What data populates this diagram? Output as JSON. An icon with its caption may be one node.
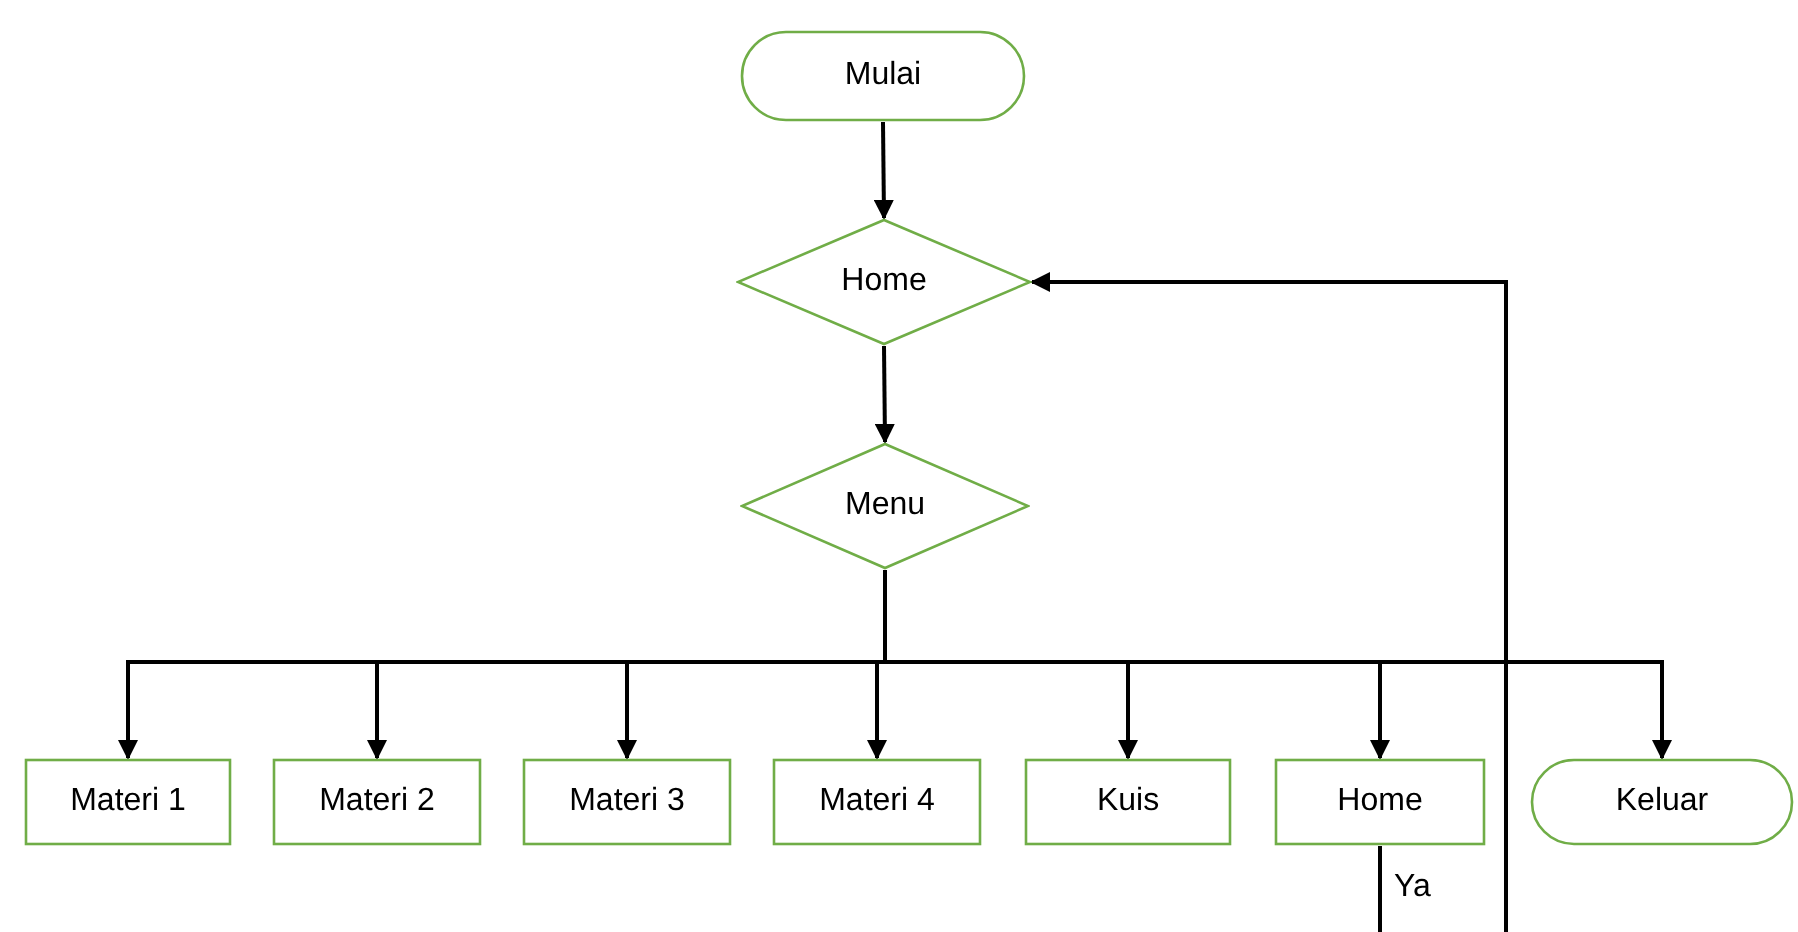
{
  "diagram": {
    "nodes": [
      {
        "text": [
          "Mulai"
        ]
      },
      {
        "text": [
          "Home"
        ]
      },
      {
        "text": [
          "Menu"
        ]
      },
      {
        "text": [
          "Materi 1"
        ]
      },
      {
        "text": [
          "Materi 2"
        ]
      },
      {
        "text": [
          "Materi 3"
        ]
      },
      {
        "text": [
          "Materi 4"
        ]
      },
      {
        "text": [
          "Kuis"
        ]
      },
      {
        "text": [
          "Home"
        ]
      },
      {
        "text": [
          "Keluar"
        ]
      }
    ],
    "edges": [
      {
        "from": 0,
        "to": 1,
        "arrow": "to"
      },
      {
        "from": 1,
        "to": 2,
        "arrow": "to"
      },
      {
        "from": 2,
        "to": 3,
        "arrow": "to"
      },
      {
        "from": 2,
        "to": 4,
        "arrow": "to"
      },
      {
        "from": 2,
        "to": 5,
        "arrow": "to"
      },
      {
        "from": 2,
        "to": 6,
        "arrow": "to"
      },
      {
        "from": 2,
        "to": 7,
        "arrow": "to"
      },
      {
        "from": 2,
        "to": 8,
        "arrow": "to"
      },
      {
        "from": 2,
        "to": 9,
        "arrow": "to"
      },
      {
        "from": 8,
        "to": null,
        "arrow": "none",
        "label": "Ya"
      },
      {
        "from": null,
        "to": 1,
        "arrow": "to"
      }
    ]
  }
}
